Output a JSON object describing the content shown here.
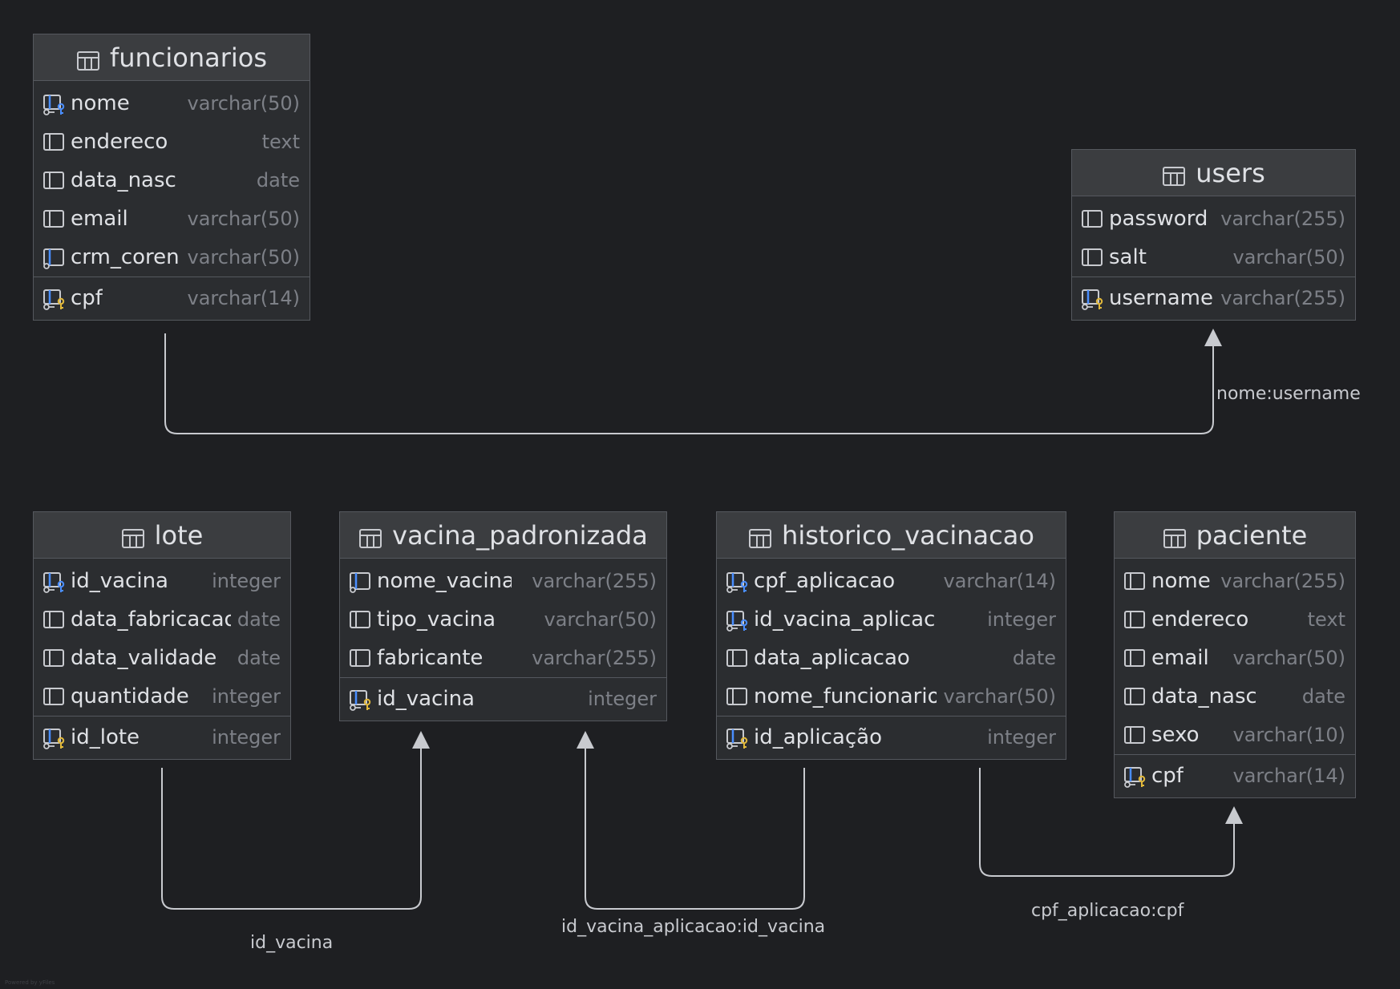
{
  "tables": {
    "funcionarios": {
      "title": "funcionarios",
      "columns": [
        {
          "name": "nome",
          "type": "varchar(50)",
          "icon": "foreign-key-icon"
        },
        {
          "name": "endereco",
          "type": "text",
          "icon": "column-icon"
        },
        {
          "name": "data_nasc",
          "type": "date",
          "icon": "column-icon"
        },
        {
          "name": "email",
          "type": "varchar(50)",
          "icon": "column-icon"
        },
        {
          "name": "crm_coren",
          "type": "varchar(50)",
          "icon": "indexed-column-icon"
        }
      ],
      "pk": [
        {
          "name": "cpf",
          "type": "varchar(14)",
          "icon": "primary-key-icon"
        }
      ]
    },
    "users": {
      "title": "users",
      "columns": [
        {
          "name": "password",
          "type": "varchar(255)",
          "icon": "column-icon"
        },
        {
          "name": "salt",
          "type": "varchar(50)",
          "icon": "column-icon"
        }
      ],
      "pk": [
        {
          "name": "username",
          "type": "varchar(255)",
          "icon": "primary-key-icon"
        }
      ]
    },
    "lote": {
      "title": "lote",
      "columns": [
        {
          "name": "id_vacina",
          "type": "integer",
          "icon": "foreign-key-icon"
        },
        {
          "name": "data_fabricacao",
          "type": "date",
          "icon": "column-icon"
        },
        {
          "name": "data_validade",
          "type": "date",
          "icon": "column-icon"
        },
        {
          "name": "quantidade",
          "type": "integer",
          "icon": "column-icon"
        }
      ],
      "pk": [
        {
          "name": "id_lote",
          "type": "integer",
          "icon": "primary-key-icon"
        }
      ]
    },
    "vacina_padronizada": {
      "title": "vacina_padronizada",
      "columns": [
        {
          "name": "nome_vacina",
          "type": "varchar(255)",
          "icon": "indexed-column-icon"
        },
        {
          "name": "tipo_vacina",
          "type": "varchar(50)",
          "icon": "column-icon"
        },
        {
          "name": "fabricante",
          "type": "varchar(255)",
          "icon": "column-icon"
        }
      ],
      "pk": [
        {
          "name": "id_vacina",
          "type": "integer",
          "icon": "primary-key-icon"
        }
      ]
    },
    "historico_vacinacao": {
      "title": "historico_vacinacao",
      "columns": [
        {
          "name": "cpf_aplicacao",
          "type": "varchar(14)",
          "icon": "foreign-key-icon"
        },
        {
          "name": "id_vacina_aplicacao",
          "type": "integer",
          "icon": "foreign-key-icon"
        },
        {
          "name": "data_aplicacao",
          "type": "date",
          "icon": "column-icon"
        },
        {
          "name": "nome_funcionario",
          "type": "varchar(50)",
          "icon": "column-icon"
        }
      ],
      "pk": [
        {
          "name": "id_aplicação",
          "type": "integer",
          "icon": "primary-key-icon"
        }
      ]
    },
    "paciente": {
      "title": "paciente",
      "columns": [
        {
          "name": "nome",
          "type": "varchar(255)",
          "icon": "column-icon"
        },
        {
          "name": "endereco",
          "type": "text",
          "icon": "column-icon"
        },
        {
          "name": "email",
          "type": "varchar(50)",
          "icon": "column-icon"
        },
        {
          "name": "data_nasc",
          "type": "date",
          "icon": "column-icon"
        },
        {
          "name": "sexo",
          "type": "varchar(10)",
          "icon": "column-icon"
        }
      ],
      "pk": [
        {
          "name": "cpf",
          "type": "varchar(14)",
          "icon": "primary-key-icon"
        }
      ]
    }
  },
  "relations": [
    {
      "label": "nome:username",
      "from": "funcionarios.nome",
      "to": "users.username"
    },
    {
      "label": "id_vacina",
      "from": "lote.id_vacina",
      "to": "vacina_padronizada.id_vacina"
    },
    {
      "label": "id_vacina_aplicacao:id_vacina",
      "from": "historico_vacinacao.id_vacina_aplicacao",
      "to": "vacina_padronizada.id_vacina"
    },
    {
      "label": "cpf_aplicacao:cpf",
      "from": "historico_vacinacao.cpf_aplicacao",
      "to": "paciente.cpf"
    }
  ],
  "footer": {
    "credit": "Powered by yFiles"
  },
  "colors": {
    "background": "#1e1f22",
    "table_fill": "#2b2d30",
    "header_fill": "#3b3d40",
    "border": "#55585e",
    "edge": "#c8cacf",
    "key_blue": "#4a8eff",
    "key_gold": "#e2b93b"
  }
}
